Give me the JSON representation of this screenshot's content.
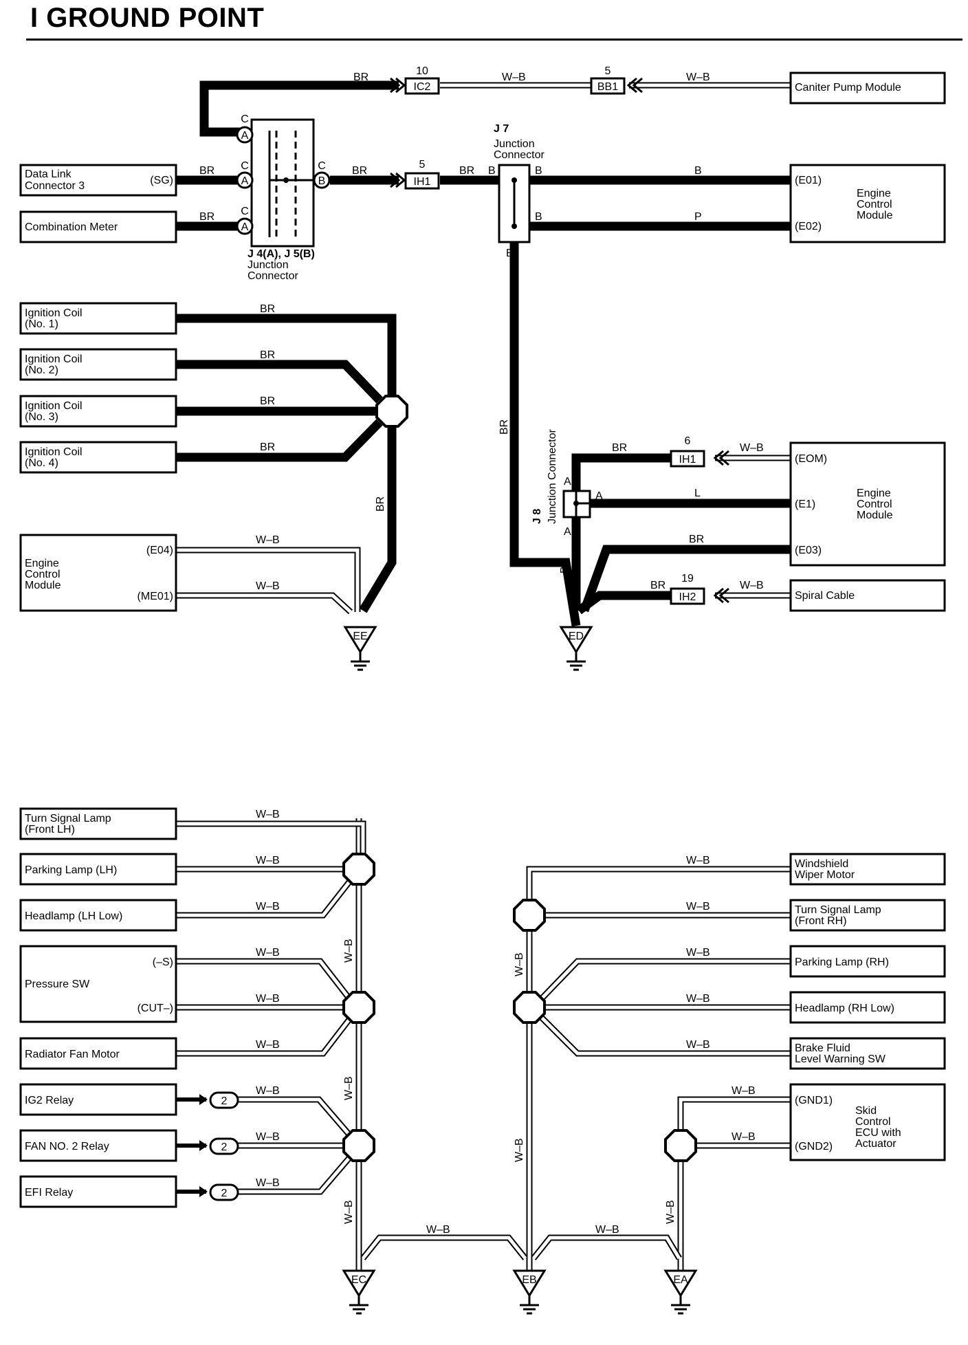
{
  "title": "I  GROUND POINT",
  "components": {
    "caniter_pump": "Caniter Pump Module",
    "dlc3_l1": "Data Link",
    "dlc3_l2": "Connector 3",
    "dlc3_pin": "(SG)",
    "comb_meter": "Combination Meter",
    "ecm_top_l1": "Engine",
    "ecm_top_l2": "Control",
    "ecm_top_l3": "Module",
    "ecm_top_pin1": "(E01)",
    "ecm_top_pin2": "(E02)",
    "ign1_l1": "Ignition Coil",
    "ign1_l2": "(No. 1)",
    "ign2_l1": "Ignition Coil",
    "ign2_l2": "(No. 2)",
    "ign3_l1": "Ignition Coil",
    "ign3_l2": "(No. 3)",
    "ign4_l1": "Ignition Coil",
    "ign4_l2": "(No. 4)",
    "ecm_left_l1": "Engine",
    "ecm_left_l2": "Control",
    "ecm_left_l3": "Module",
    "ecm_left_pin1": "(E04)",
    "ecm_left_pin2": "(ME01)",
    "ecm_mid_l1": "Engine",
    "ecm_mid_l2": "Control",
    "ecm_mid_l3": "Module",
    "ecm_mid_pin1": "(EOM)",
    "ecm_mid_pin2": "(E1)",
    "ecm_mid_pin3": "(E03)",
    "spiral": "Spiral Cable",
    "tsl_lh_l1": "Turn Signal Lamp",
    "tsl_lh_l2": "(Front LH)",
    "park_lh": "Parking Lamp (LH)",
    "head_lh": "Headlamp (LH Low)",
    "press_sw": "Pressure SW",
    "press_pin1": "(–S)",
    "press_pin2": "(CUT–)",
    "rad_fan": "Radiator Fan Motor",
    "ig2_relay": "IG2 Relay",
    "fan2_relay": "FAN NO. 2 Relay",
    "efi_relay": "EFI Relay",
    "wiper_l1": "Windshield",
    "wiper_l2": "Wiper Motor",
    "tsl_rh_l1": "Turn Signal Lamp",
    "tsl_rh_l2": "(Front RH)",
    "park_rh": "Parking Lamp (RH)",
    "head_rh": "Headlamp (RH Low)",
    "brake_l1": "Brake Fluid",
    "brake_l2": "Level Warning SW",
    "skid_l1": "Skid",
    "skid_l2": "Control",
    "skid_l3": "ECU with",
    "skid_l4": "Actuator",
    "skid_pin1": "(GND1)",
    "skid_pin2": "(GND2)"
  },
  "connectors": {
    "ic2": "IC2",
    "ic2_num": "10",
    "bb1": "BB1",
    "bb1_num": "5",
    "ih1_top": "IH1",
    "ih1_top_num": "5",
    "ih1_mid": "IH1",
    "ih1_mid_num": "6",
    "ih2": "IH2",
    "ih2_num": "19",
    "j7_l1": "J 7",
    "j7_l2": "Junction",
    "j7_l3": "Connector",
    "j45_l1": "J 4(A), J 5(B)",
    "j45_l2": "Junction",
    "j45_l3": "Connector",
    "j8_l1": "J 8",
    "j8_l2": "Junction Connector",
    "pin_a": "A",
    "pin_b": "B",
    "pin_c": "C",
    "relay_pin": "2"
  },
  "grounds": {
    "ee": "EE",
    "ed": "ED",
    "ec": "EC",
    "eb": "EB",
    "ea": "EA"
  },
  "wire_colors": {
    "br": "BR",
    "wb": "W–B",
    "b": "B",
    "p": "P",
    "l": "L"
  }
}
